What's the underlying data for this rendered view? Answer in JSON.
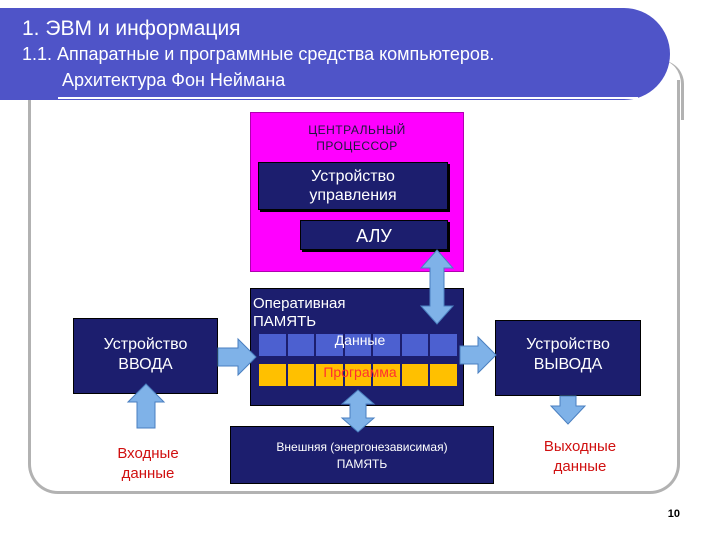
{
  "title": {
    "line1": "1. ЭВМ и информация",
    "line2": "1.1. Аппаратные и программные средства компьютеров.",
    "line3": "Архитектура Фон Неймана"
  },
  "cpu": {
    "label_line1": "ЦЕНТРАЛЬНЫЙ",
    "label_line2": "ПРОЦЕССОР",
    "control_unit_line1": "Устройство",
    "control_unit_line2": "управления",
    "alu": "АЛУ"
  },
  "ram": {
    "label_line1": "Оперативная",
    "label_line2": "ПАМЯТЬ",
    "data_row": "Данные",
    "program_row": "Программа"
  },
  "input_device": {
    "line1": "Устройство",
    "line2": "ВВОДА"
  },
  "output_device": {
    "line1": "Устройство",
    "line2": "ВЫВОДА"
  },
  "external_memory": {
    "line1": "Внешняя (энергонезависимая)",
    "line2": "ПАМЯТЬ"
  },
  "input_data": {
    "line1": "Входные",
    "line2": "данные"
  },
  "output_data": {
    "line1": "Выходные",
    "line2": "данные"
  },
  "page_number": "10",
  "colors": {
    "banner": "#4f54c8",
    "cpu": "#ff00ff",
    "box": "#1c1e6e",
    "arrow": "#7fb2e8",
    "program_row": "#ffc000",
    "data_row": "#4c60d0",
    "red_text": "#d01010"
  }
}
